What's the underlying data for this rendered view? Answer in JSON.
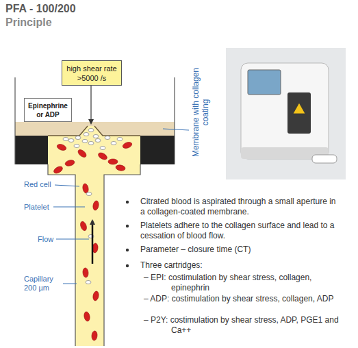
{
  "diagram": {
    "title": "PFA - 100/200",
    "nodes": [
      {
        "text": [
          "high shear rate >5000 /s"
        ]
      },
      {
        "text": [
          "Epinephrine or ADP"
        ]
      }
    ],
    "labels": [
      "Principle",
      "Membrane with collagen coating",
      "Red cell",
      "Platelet",
      "Flow",
      "Capillary 200 µm",
      "Citrated blood is aspirated through a small aperture in a collagen-coated membrane.",
      "Platelets adhere to the collagen surface and lead to a cessation of blood flow.",
      "Parameter – closure time (CT)",
      "Three cartridges:",
      "– EPI: costimulation by shear stress, collagen, epinephrin",
      "– ADP: costimulation by shear stress, collagen, ADP",
      "– P2Y: costimulation by shear stress, ADP, PGE1 and Ca++"
    ]
  }
}
